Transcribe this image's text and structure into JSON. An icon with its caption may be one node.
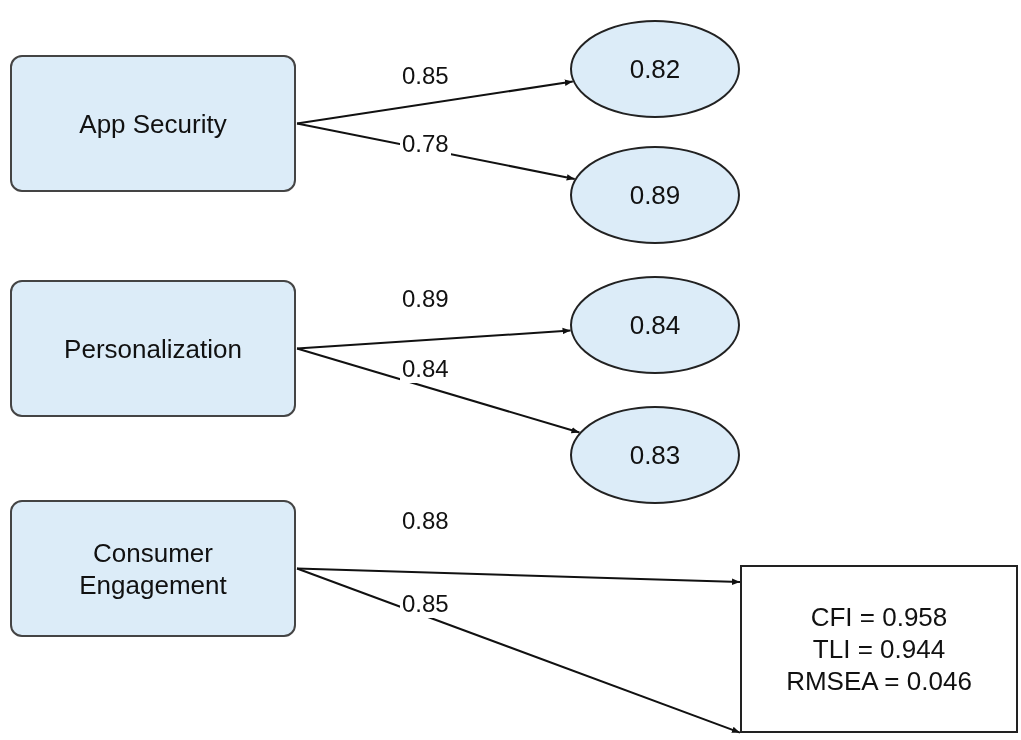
{
  "diagram": {
    "nodes": [
      {
        "text": [
          "App Security"
        ]
      },
      {
        "text": [
          "0.82"
        ]
      },
      {
        "text": [
          "0.89"
        ]
      },
      {
        "text": [
          "Personalization"
        ]
      },
      {
        "text": [
          "0.84"
        ]
      },
      {
        "text": [
          "0.83"
        ]
      },
      {
        "text": [
          "Consumer Engagement"
        ]
      },
      {
        "text": [
          "CFI = 0.958",
          "TLI = 0.944",
          "RMSEA = 0.046"
        ]
      }
    ],
    "edges": [
      {
        "from": 0,
        "to": 1,
        "arrow": "to",
        "label": "0.85"
      },
      {
        "from": 0,
        "to": 2,
        "arrow": "to",
        "label": "0.78"
      },
      {
        "from": 3,
        "to": 4,
        "arrow": "to",
        "label": "0.89"
      },
      {
        "from": 3,
        "to": 5,
        "arrow": "to",
        "label": "0.84"
      },
      {
        "from": 6,
        "to": 7,
        "arrow": "to",
        "label": "0.88"
      },
      {
        "from": 6,
        "to": 7,
        "arrow": "to",
        "label": "0.85"
      }
    ]
  }
}
